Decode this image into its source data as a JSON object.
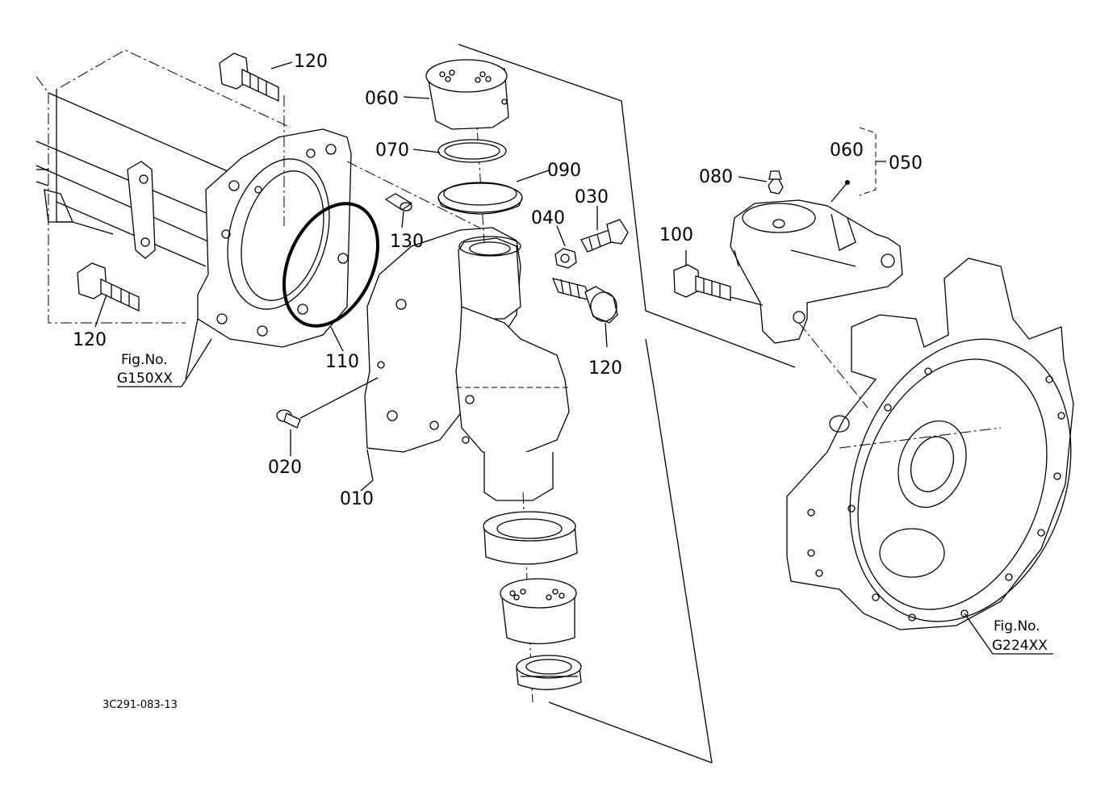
{
  "diagram": {
    "part_labels": {
      "p010": "010",
      "p020": "020",
      "p030": "030",
      "p040": "040",
      "p050": "050",
      "p060_top": "060",
      "p060_right": "060",
      "p070": "070",
      "p080": "080",
      "p090": "090",
      "p100": "100",
      "p110": "110",
      "p120_top": "120",
      "p120_left": "120",
      "p120_right": "120",
      "p130": "130"
    },
    "figure_refs": {
      "left": {
        "prefix": "Fig.No.",
        "code": "G150XX"
      },
      "right": {
        "prefix": "Fig.No.",
        "code": "G224XX"
      }
    },
    "drawing_code": "3C291-083-13",
    "highlighted_part": "110"
  }
}
